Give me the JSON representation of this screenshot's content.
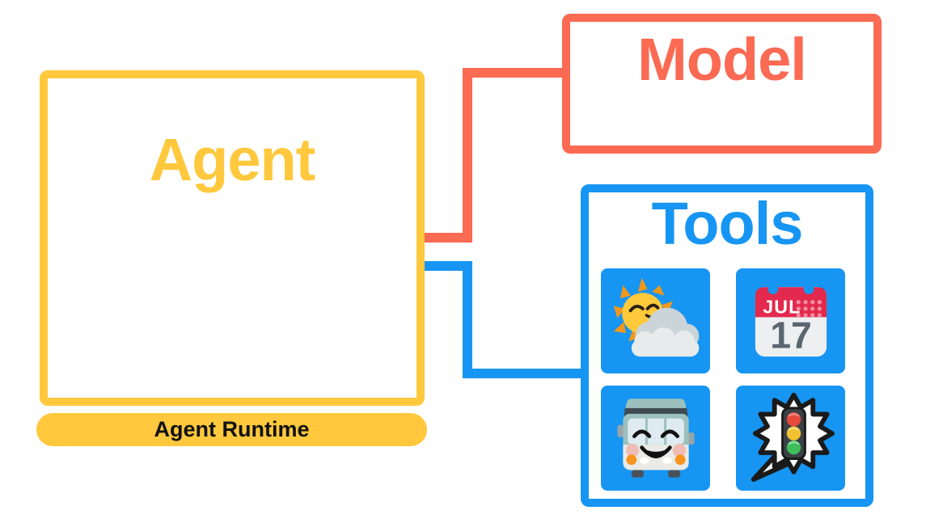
{
  "diagram": {
    "boxes": {
      "agent": {
        "label": "Agent"
      },
      "model": {
        "label": "Model"
      },
      "tools": {
        "label": "Tools"
      },
      "runtime": {
        "label": "Agent Runtime"
      }
    },
    "tool_tiles": [
      {
        "name": "weather",
        "icon": "sun-behind-cloud-icon"
      },
      {
        "name": "calendar",
        "icon": "calendar-icon",
        "month": "JUL",
        "day": "17"
      },
      {
        "name": "bus",
        "icon": "bus-icon"
      },
      {
        "name": "traffic",
        "icon": "traffic-light-burst-icon"
      }
    ],
    "connectors": [
      {
        "from": "agent",
        "to": "model",
        "color": "#FB6A53"
      },
      {
        "from": "agent",
        "to": "tools",
        "color": "#1795F2"
      }
    ],
    "colors": {
      "agent_yellow": "#FFC83D",
      "model_coral": "#FB6A53",
      "tools_blue": "#1795F2",
      "runtime_text": "#111111",
      "background": "#FFFFFF"
    }
  }
}
